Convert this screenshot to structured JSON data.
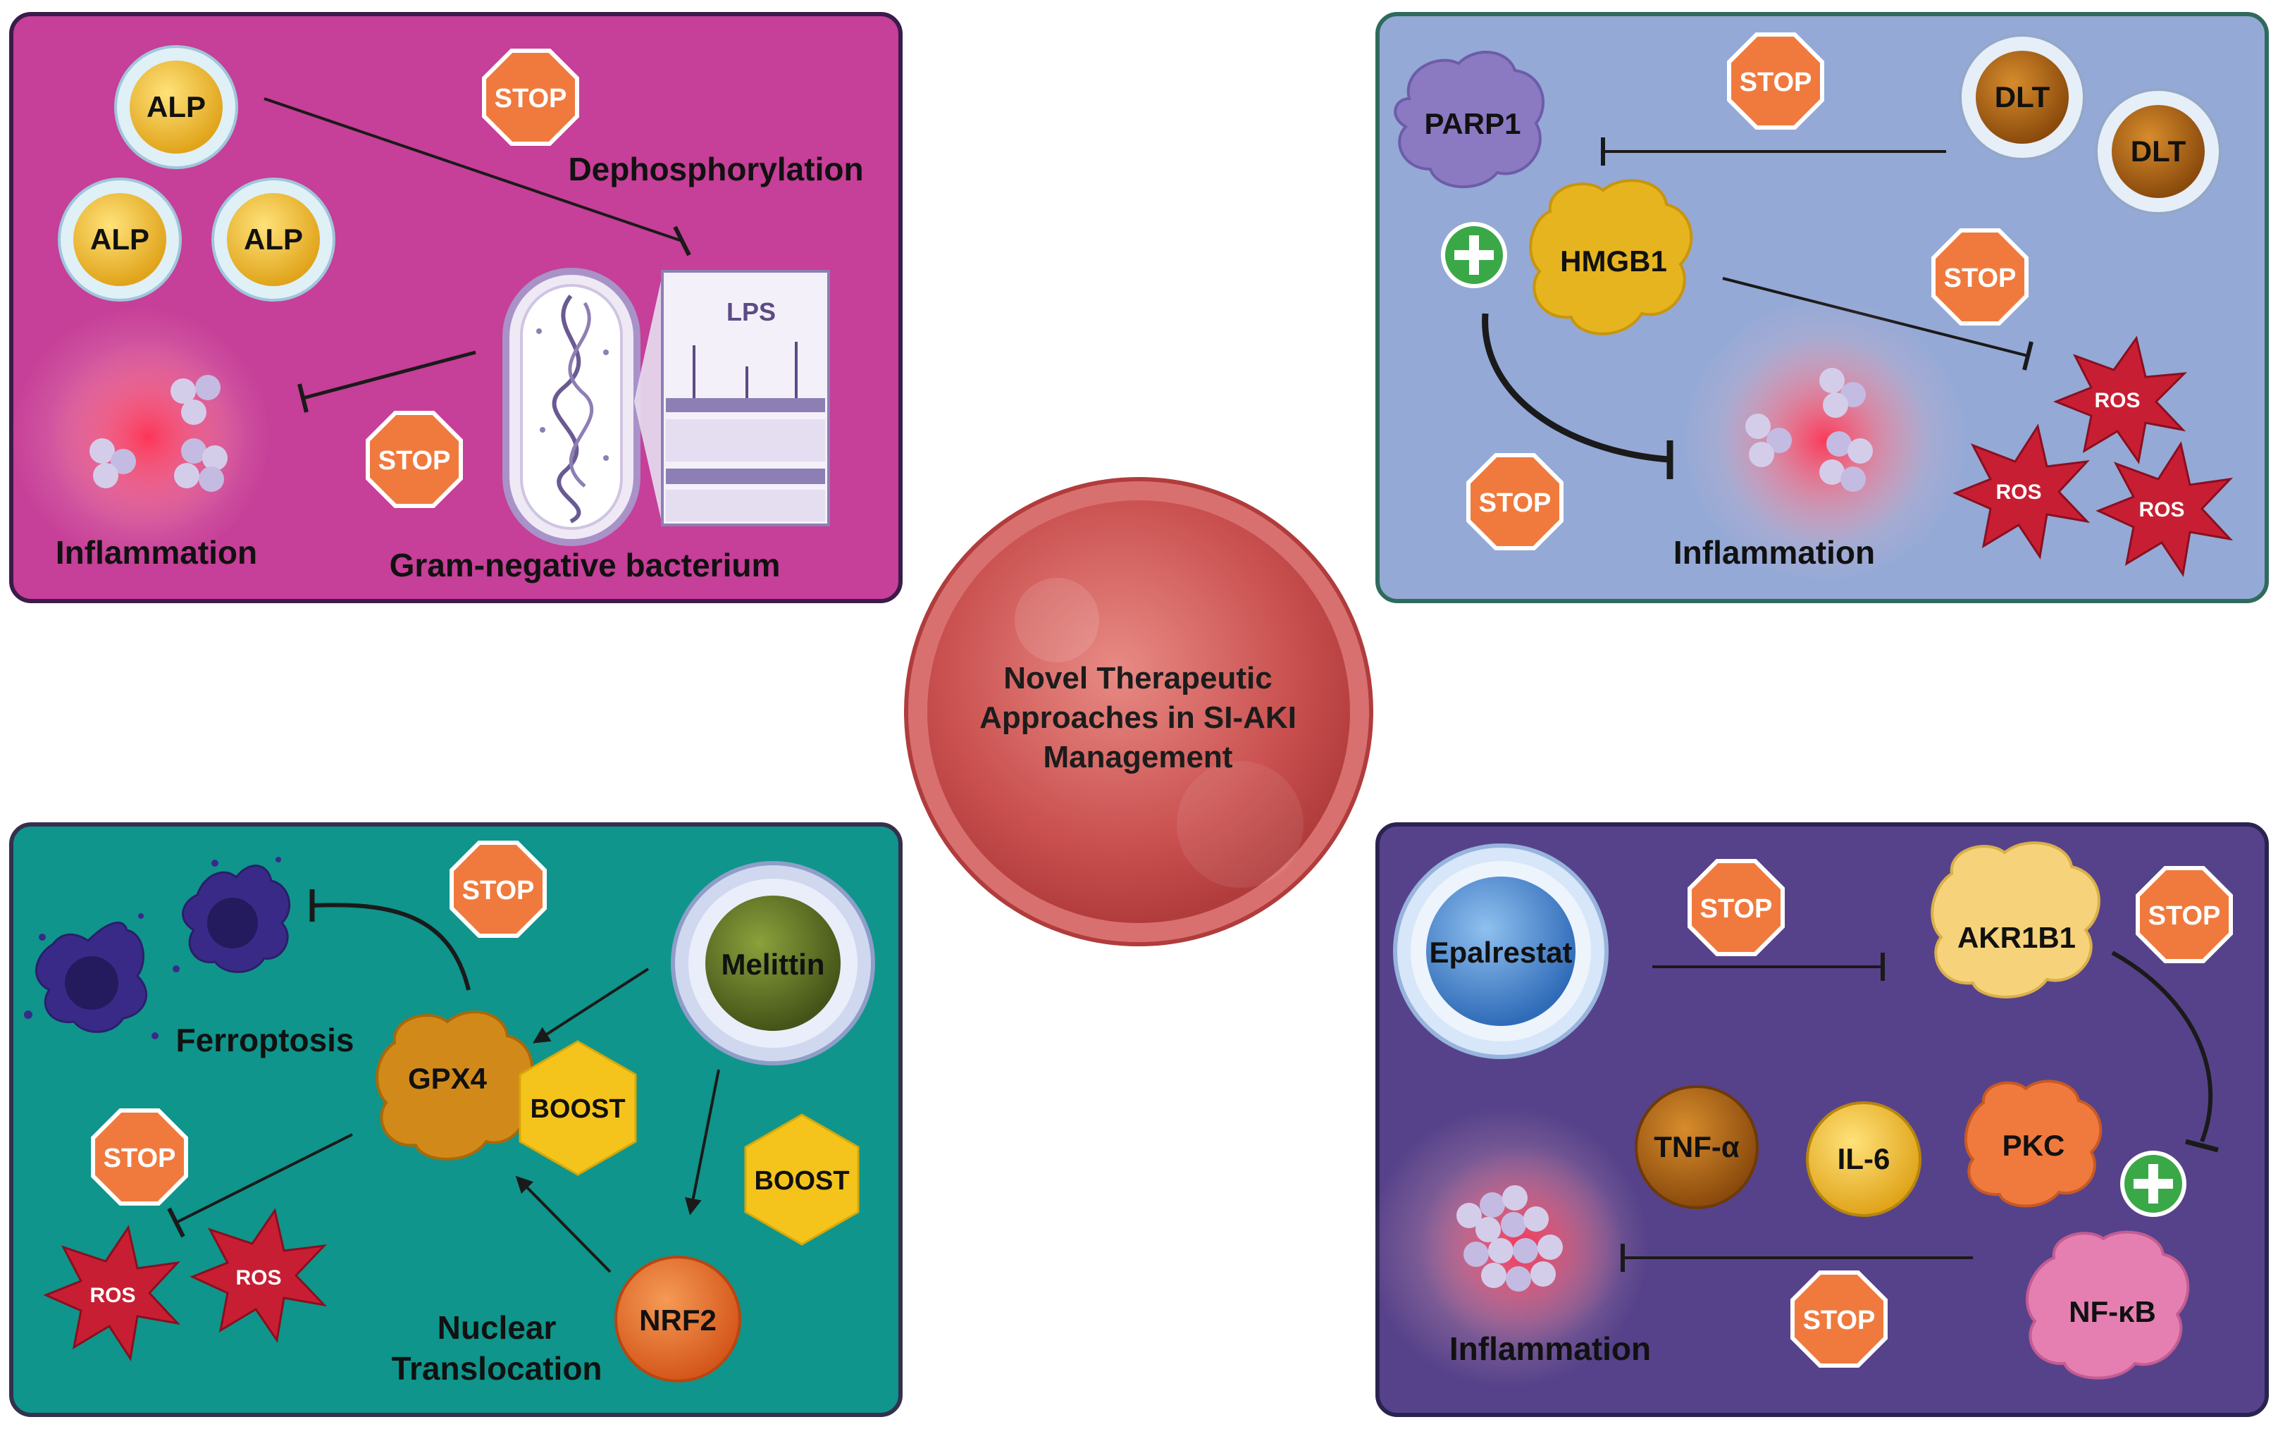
{
  "center": {
    "line1": "Novel Therapeutic",
    "line2": "Approaches in SI-AKI",
    "line3": "Management"
  },
  "panel_top_left": {
    "alp_label": "ALP",
    "stop_label": "STOP",
    "dephosphorylation": "Dephosphorylation",
    "lps": "LPS",
    "inflammation": "Inflammation",
    "bacterium": "Gram-negative bacterium"
  },
  "panel_top_right": {
    "parp1": "PARP1",
    "dlt": "DLT",
    "hmgb1": "HMGB1",
    "stop_label": "STOP",
    "ros": "ROS",
    "inflammation": "Inflammation"
  },
  "panel_bottom_left": {
    "stop_label": "STOP",
    "melittin": "Melittin",
    "ferroptosis": "Ferroptosis",
    "gpx4": "GPX4",
    "boost": "BOOST",
    "ros": "ROS",
    "nuclear": "Nuclear",
    "translocation": "Translocation",
    "nrf2": "NRF2"
  },
  "panel_bottom_right": {
    "epalrestat": "Epalrestat",
    "stop_label": "STOP",
    "akr1b1": "AKR1B1",
    "tnf": "TNF-α",
    "il6": "IL-6",
    "pkc": "PKC",
    "nfkb": "NF-κB",
    "inflammation": "Inflammation"
  },
  "colors": {
    "panel_tl": "#c63f98",
    "panel_tr": "#94a9d6",
    "panel_bl": "#0f958b",
    "panel_br": "#56428a",
    "stop": "#f07a3e",
    "boost": "#f4c41c",
    "ros": "#c81e33",
    "center_cell": "#c84a4a"
  }
}
